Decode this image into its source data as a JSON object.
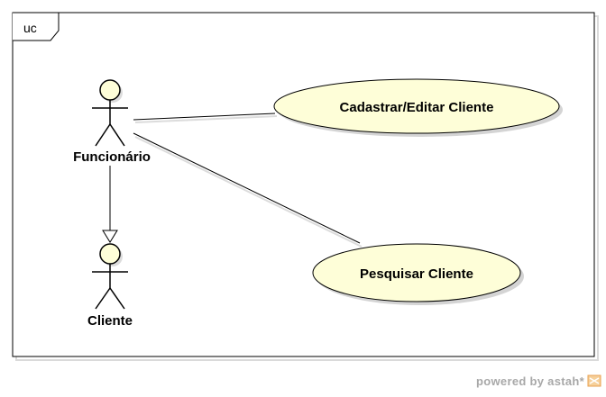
{
  "diagram": {
    "frame_label": "uc",
    "actors": {
      "funcionario": "Funcionário",
      "cliente": "Cliente"
    },
    "use_cases": {
      "cadastrar": "Cadastrar/Editar Cliente",
      "pesquisar": "Pesquisar Cliente"
    }
  },
  "footer": {
    "text": "powered by astah*"
  },
  "colors": {
    "use_case_fill": "#fefed8",
    "actor_head_fill": "#fefed8",
    "shadow": "#dcdcdc",
    "line": "#000000",
    "footer_text": "#a8a8a8",
    "logo_accent": "#f0a040"
  }
}
